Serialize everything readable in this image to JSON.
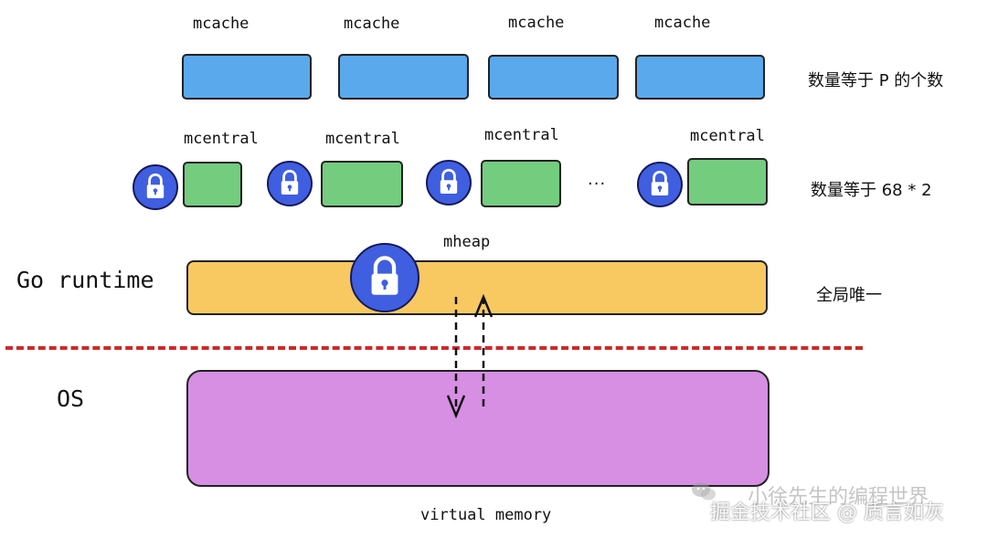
{
  "mcache": {
    "labels": [
      "mcache",
      "mcache",
      "mcache",
      "mcache"
    ],
    "note": "数量等于 P 的个数"
  },
  "mcentral": {
    "labels": [
      "mcentral",
      "mcentral",
      "mcentral",
      "mcentral"
    ],
    "ellipsis": "...",
    "note": "数量等于 68 * 2"
  },
  "mheap": {
    "label": "mheap",
    "note": "全局唯一"
  },
  "layers": {
    "runtime": "Go runtime",
    "os": "OS"
  },
  "virtual_memory": "virtual memory",
  "watermark": {
    "line1": "小徐先生的编程世界",
    "line2": "掘金技术社区 @ 质言如灰"
  },
  "colors": {
    "mcache": "#5aa9ec",
    "mcentral": "#74cc7f",
    "mheap": "#f8c960",
    "os": "#d68fe3",
    "lock": "#3f5fe0",
    "divider": "#cc2a2a"
  },
  "icons": [
    "lock-icon",
    "arrow-down-icon",
    "arrow-up-icon",
    "wechat-icon"
  ]
}
